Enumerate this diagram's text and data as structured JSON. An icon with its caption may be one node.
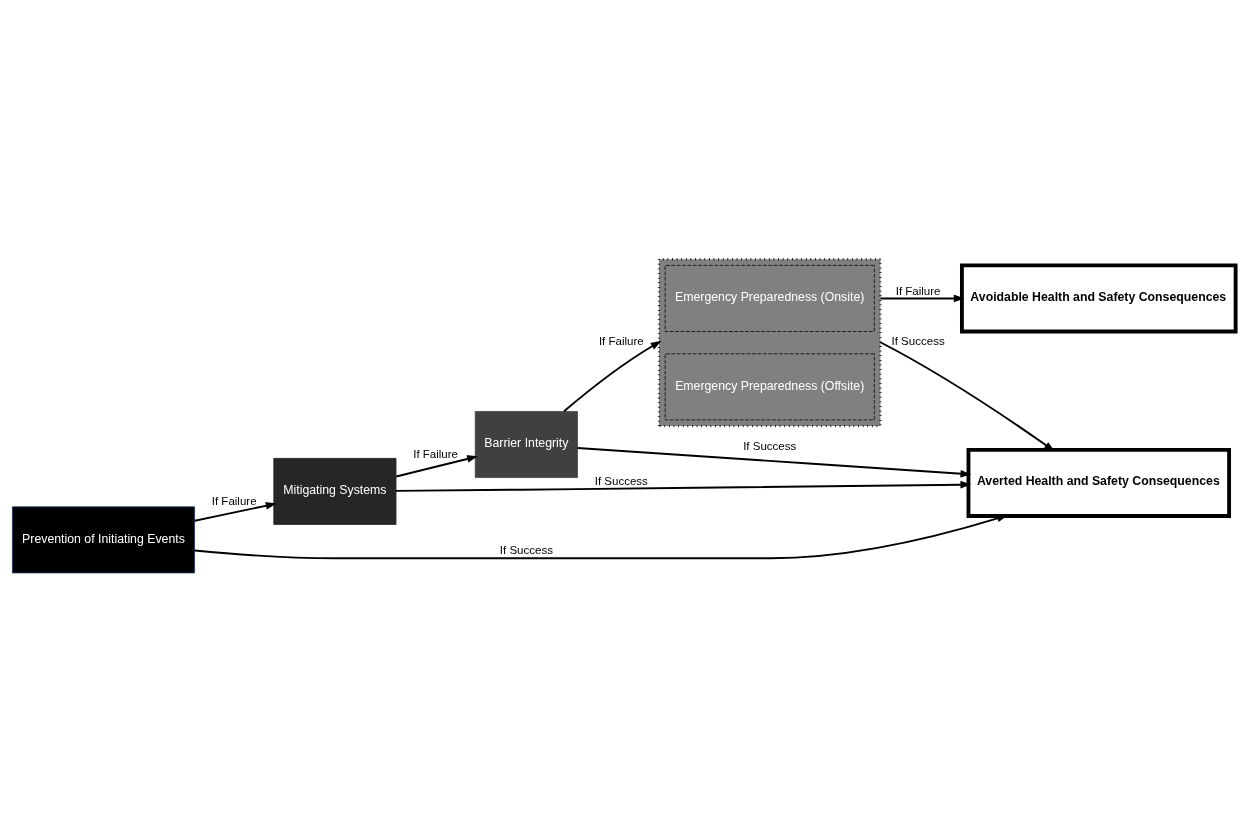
{
  "diagram": {
    "nodes": [
      {
        "text": [
          "Prevention of Initiating Events"
        ]
      },
      {
        "text": [
          "Mitigating Systems"
        ]
      },
      {
        "text": [
          "Barrier Integrity"
        ]
      },
      {
        "text": [],
        "shape": "box"
      },
      {
        "text": [
          "Emergency Preparedness (Onsite)"
        ],
        "in": 3
      },
      {
        "text": [
          "Emergency Preparedness (Offsite)"
        ],
        "in": 3
      },
      {
        "text": [
          "Averted Health and Safety Consequences"
        ]
      },
      {
        "text": [
          "Avoidable Health and Safety Consequences"
        ]
      }
    ],
    "edges": [
      {
        "from": 0,
        "to": 6,
        "label": "If Success",
        "arrow": "to"
      },
      {
        "from": 0,
        "to": 1,
        "label": "If Failure",
        "arrow": "to"
      },
      {
        "from": 1,
        "to": 6,
        "label": "If Success",
        "arrow": "to"
      },
      {
        "from": 1,
        "to": 2,
        "label": "If Failure",
        "arrow": "to"
      },
      {
        "from": 2,
        "to": 6,
        "label": "If Success",
        "arrow": "to"
      },
      {
        "from": 2,
        "to": 3,
        "label": "If Failure",
        "arrow": "to"
      },
      {
        "from": 3,
        "to": 6,
        "label": "If Success",
        "arrow": "to"
      },
      {
        "from": 3,
        "to": 7,
        "label": "If Failure",
        "arrow": "to"
      }
    ]
  }
}
